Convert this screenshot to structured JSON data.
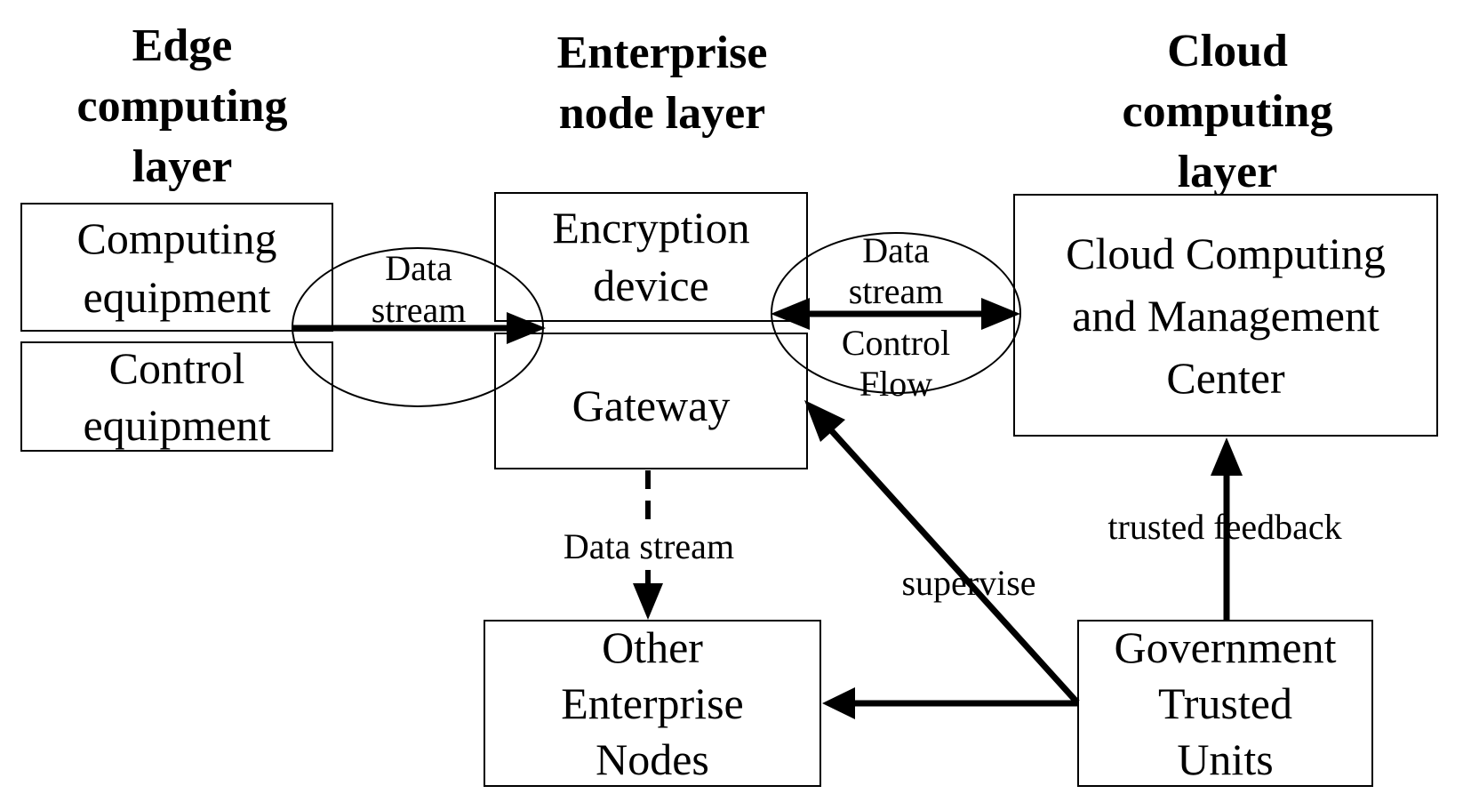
{
  "diagram": {
    "headers": {
      "edge": "Edge\ncomputing\nlayer",
      "enterprise": "Enterprise\nnode layer",
      "cloud": "Cloud\ncomputing\nlayer"
    },
    "nodes": {
      "computing_equipment": "Computing\nequipment",
      "control_equipment": "Control\nequipment",
      "encryption_device": "Encryption\ndevice",
      "gateway": "Gateway",
      "cloud_center": "Cloud Computing\nand Management\nCenter",
      "other_enterprise_nodes": "Other\nEnterprise\nNodes",
      "government_trusted_units": "Government\nTrusted\nUnits"
    },
    "flows": {
      "edge_to_gateway_label": "Data\nstream",
      "gateway_cloud_data_label": "Data\nstream",
      "gateway_cloud_control_label": "Control\nFlow",
      "gateway_to_nodes_label": "Data stream",
      "supervise_label": "supervise",
      "trusted_feedback_label": "trusted feedback"
    },
    "colors": {
      "line": "#000000",
      "background": "#ffffff"
    }
  }
}
